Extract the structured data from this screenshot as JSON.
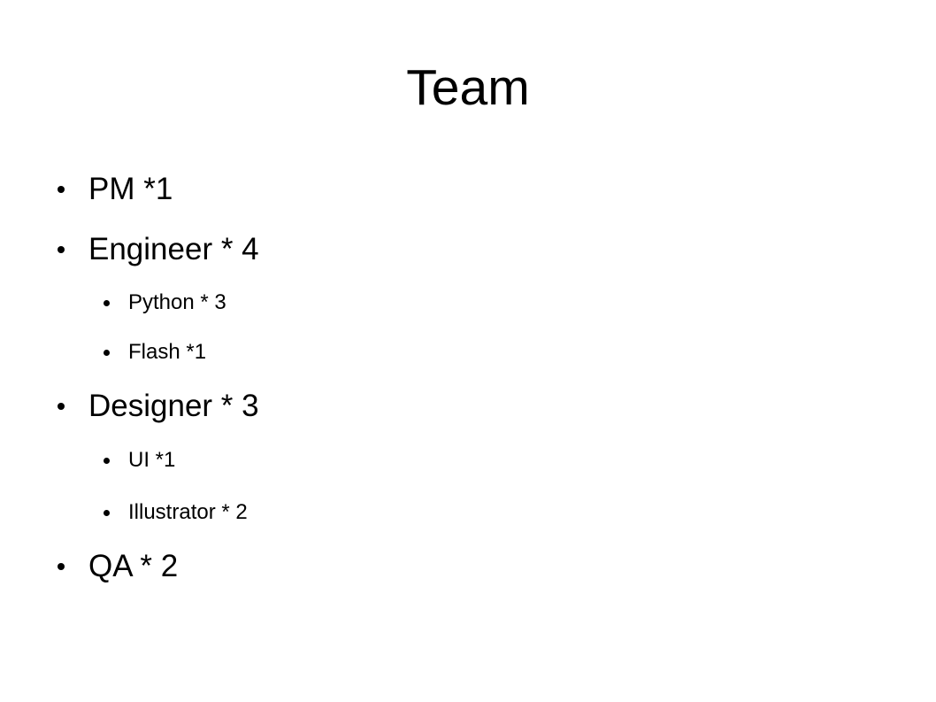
{
  "slide": {
    "title": "Team",
    "items": [
      {
        "label": "PM *1"
      },
      {
        "label": "Engineer * 4"
      },
      {
        "label": "Python * 3"
      },
      {
        "label": "Flash *1"
      },
      {
        "label": "Designer * 3"
      },
      {
        "label": "UI *1"
      },
      {
        "label": "Illustrator * 2"
      },
      {
        "label": "QA * 2"
      }
    ]
  }
}
